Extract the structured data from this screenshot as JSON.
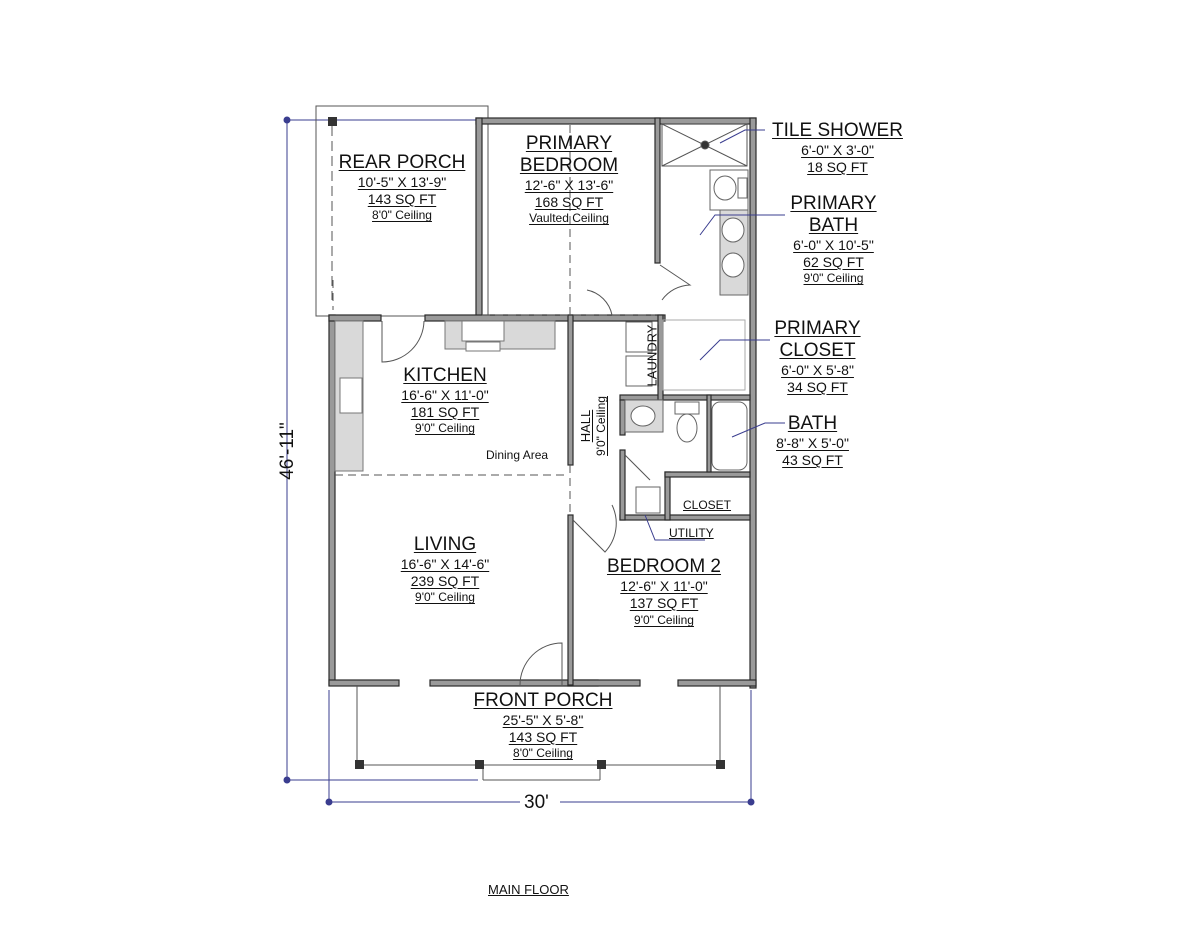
{
  "title": "MAIN FLOOR",
  "dimensions": {
    "overall_width": "30'",
    "overall_depth": "46'-11\""
  },
  "colors": {
    "wall": "#2b2b2b",
    "wall_fill": "#9a9a9a",
    "dim_line": "#3a3d8f",
    "fixture": "#d9d9d9"
  },
  "rooms": {
    "rear_porch": {
      "name": "REAR PORCH",
      "size": "10'-5\" X 13'-9\"",
      "area": "143 SQ FT",
      "ceiling": "8'0\" Ceiling"
    },
    "primary_bedroom": {
      "name_line1": "PRIMARY",
      "name_line2": "BEDROOM",
      "size": "12'-6\" X 13'-6\"",
      "area": "168 SQ FT",
      "ceiling": "Vaulted Ceiling"
    },
    "tile_shower": {
      "name": "TILE SHOWER",
      "size": "6'-0\" X 3'-0\"",
      "area": "18 SQ FT"
    },
    "primary_bath": {
      "name_line1": "PRIMARY",
      "name_line2": "BATH",
      "size": "6'-0\" X 10'-5\"",
      "area": "62 SQ FT",
      "ceiling": "9'0\" Ceiling"
    },
    "primary_closet": {
      "name_line1": "PRIMARY",
      "name_line2": "CLOSET",
      "size": "6'-0\" X 5'-8\"",
      "area": "34 SQ FT"
    },
    "bath": {
      "name": "BATH",
      "size": "8'-8\" X 5'-0\"",
      "area": "43 SQ FT"
    },
    "kitchen": {
      "name": "KITCHEN",
      "size": "16'-6\" X 11'-0\"",
      "area": "181 SQ FT",
      "ceiling": "9'0\" Ceiling",
      "sub_area": "Dining Area"
    },
    "hall": {
      "name": "HALL",
      "ceiling": "9'0\" Ceiling"
    },
    "laundry": {
      "name": "LAUNDRY"
    },
    "closet": {
      "name": "CLOSET"
    },
    "utility": {
      "name": "UTILITY"
    },
    "living": {
      "name": "LIVING",
      "size": "16'-6\" X 14'-6\"",
      "area": "239 SQ FT",
      "ceiling": "9'0\" Ceiling"
    },
    "bedroom2": {
      "name": "BEDROOM 2",
      "size": "12'-6\" X 11'-0\"",
      "area": "137 SQ FT",
      "ceiling": "9'0\" Ceiling"
    },
    "front_porch": {
      "name": "FRONT PORCH",
      "size": "25'-5\" X 5'-8\"",
      "area": "143 SQ FT",
      "ceiling": "8'0\" Ceiling"
    }
  }
}
